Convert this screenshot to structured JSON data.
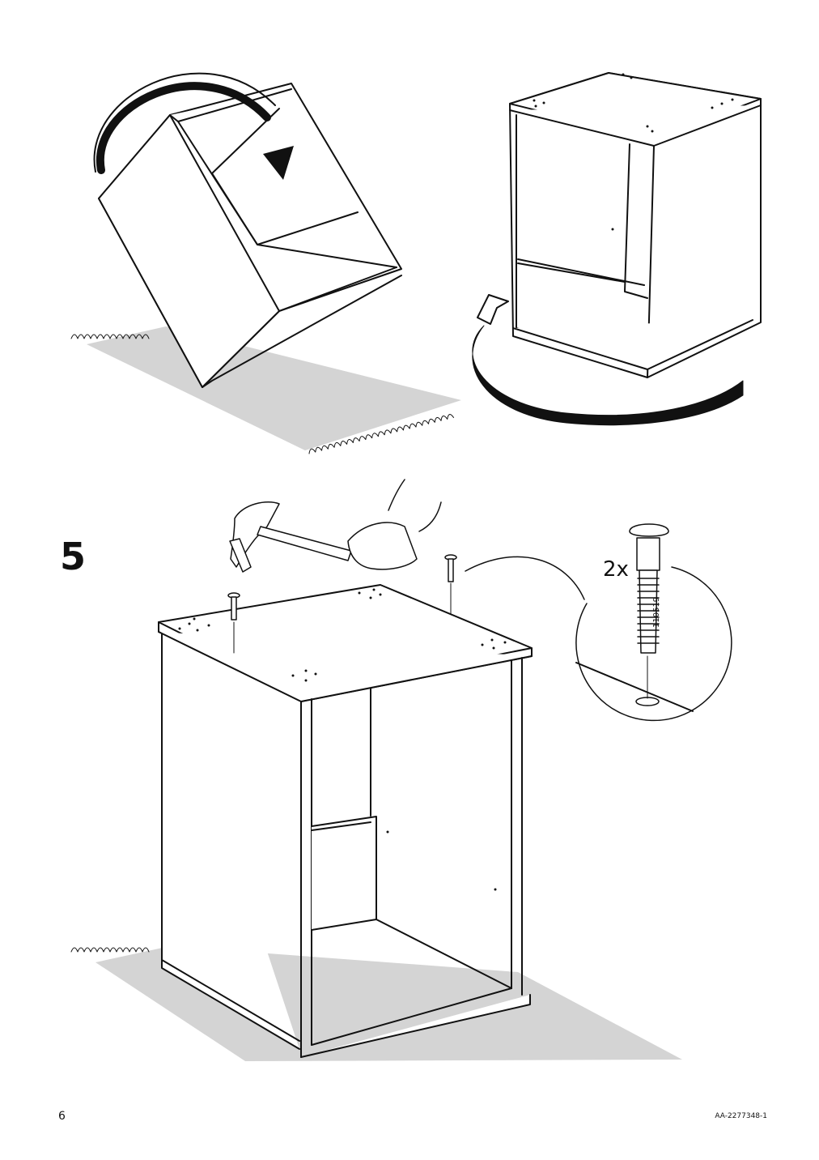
{
  "step": {
    "number": "5"
  },
  "detail": {
    "quantity": "2x",
    "part_number": "110519"
  },
  "footer": {
    "page_number": "6",
    "document_code": "AA-2277348-1"
  }
}
